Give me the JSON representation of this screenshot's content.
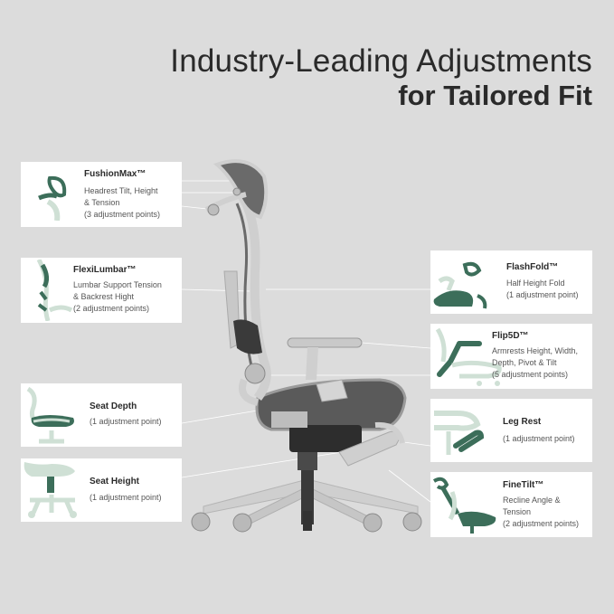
{
  "title": {
    "line1": "Industry-Leading Adjustments",
    "line2": "for Tailored Fit"
  },
  "colors": {
    "background": "#dcdcdc",
    "card": "#ffffff",
    "accent_dark": "#3c6e5a",
    "accent_light": "#cfe0d5",
    "chair_frame": "#c8c8c8",
    "chair_mesh": "#5a5a5a"
  },
  "features": {
    "fushionmax": {
      "name": "FushionMax™",
      "desc": "Headrest Tilt, Height\n & Tension\n(3 adjustment points)",
      "icon": "headrest-icon"
    },
    "flexilumbar": {
      "name": "FlexiLumbar™",
      "desc": "Lumbar Support Tension\n& Backrest Hight\n(2 adjustment points)",
      "icon": "lumbar-icon"
    },
    "seat_depth": {
      "name": "Seat Depth",
      "desc": "(1 adjustment point)",
      "icon": "seat-depth-icon"
    },
    "seat_height": {
      "name": "Seat Height",
      "desc": "(1 adjustment point)",
      "icon": "seat-height-icon"
    },
    "flashfold": {
      "name": "FlashFold™",
      "desc": "Half Height Fold\n(1 adjustment point)",
      "icon": "fold-icon"
    },
    "flip5d": {
      "name": "Flip5D™",
      "desc": "Armrests Height, Width,\nDepth, Pivot & Tilt\n(5 adjustment points)",
      "icon": "armrest-icon"
    },
    "leg_rest": {
      "name": "Leg Rest",
      "desc": "(1 adjustment point)",
      "icon": "leg-rest-icon"
    },
    "finetilt": {
      "name": "FineTilt™",
      "desc": "Recline Angle &\nTension\n(2 adjustment points)",
      "icon": "recline-icon"
    }
  }
}
